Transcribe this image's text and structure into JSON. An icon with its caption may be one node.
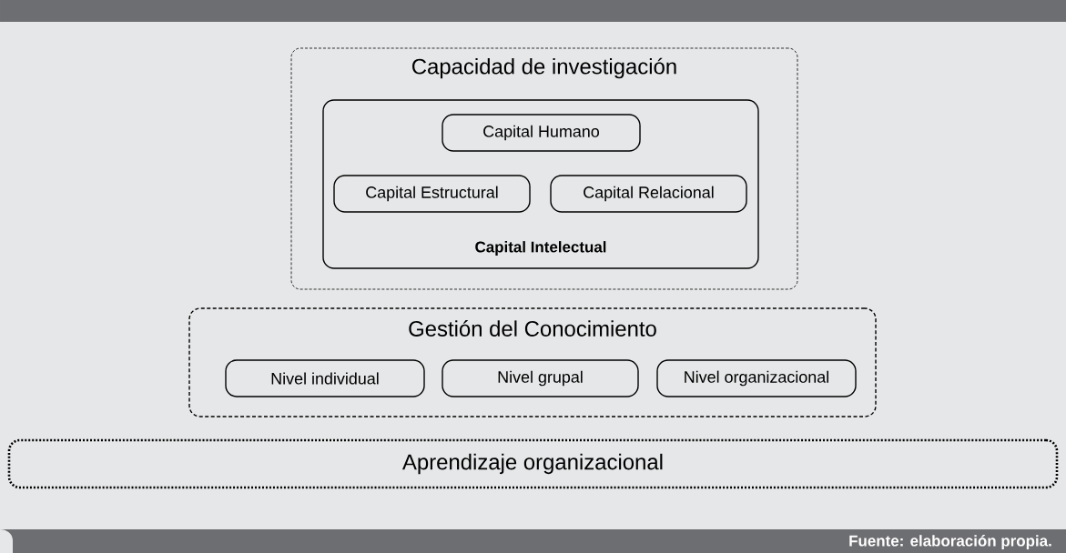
{
  "diagram": {
    "caption": "Fuente: elaboración propia.",
    "nodes": [
      {
        "text": [
          "Capacidad de investigación"
        ]
      },
      {
        "text": [
          "Capital Intelectual"
        ],
        "in": 0
      },
      {
        "text": [
          "Capital Humano"
        ],
        "in": 1
      },
      {
        "text": [
          "Capital Estructural"
        ],
        "in": 1
      },
      {
        "text": [
          "Capital Relacional"
        ],
        "in": 1
      },
      {
        "text": [
          "Gestión del Conocimiento"
        ]
      },
      {
        "text": [
          "Nivel individual"
        ],
        "in": 5
      },
      {
        "text": [
          "Nivel grupal"
        ],
        "in": 5
      },
      {
        "text": [
          "Nivel organizacional"
        ],
        "in": 5
      },
      {
        "text": [
          "Aprendizaje organizacional"
        ]
      }
    ]
  }
}
